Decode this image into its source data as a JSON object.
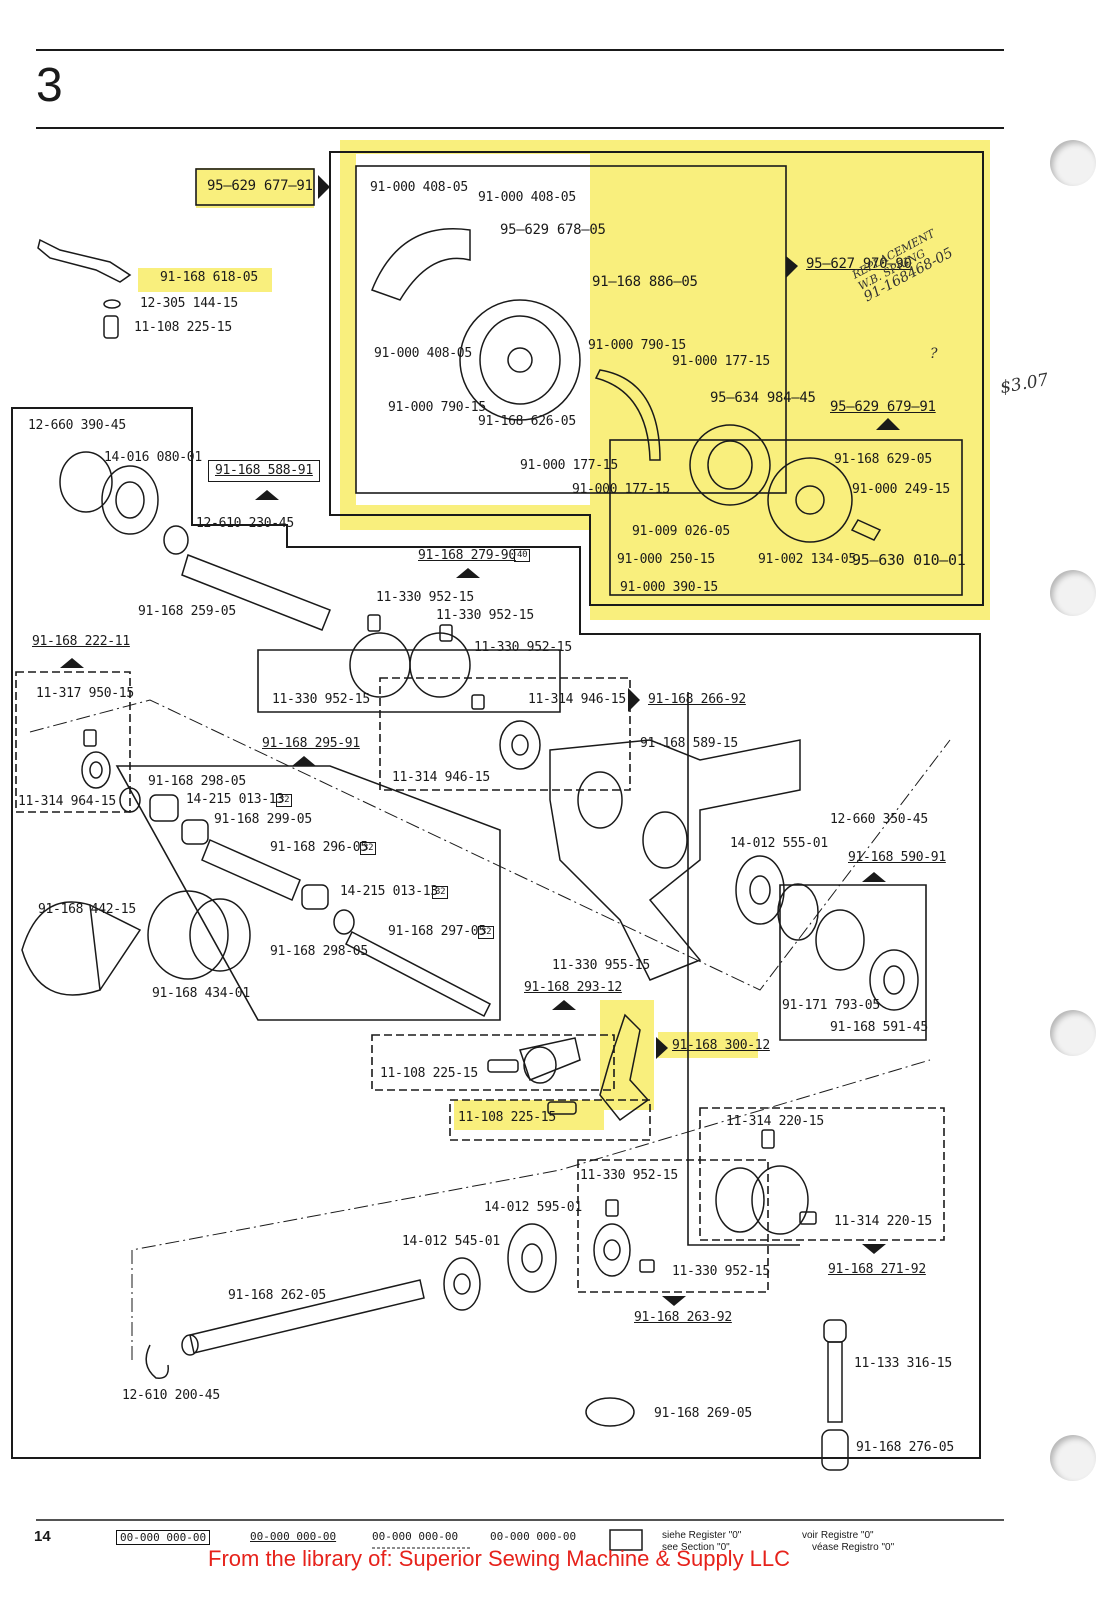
{
  "page": {
    "section_number": "3",
    "page_number": "14",
    "handwritten": {
      "note_line1": "REPLACEMENT",
      "note_line2": "W.B. SPRING",
      "note_line3": "91-168468-05",
      "note_line4": "?",
      "price": "$3.07"
    },
    "watermark": "From the library of: Superior Sewing Machine & Supply LLC"
  },
  "labels": {
    "l01": "95–629 677–91",
    "l02": "91-000 408-05",
    "l03": "91-000 408-05",
    "l04": "95–629 678–05",
    "l05": "91–168 886–05",
    "l06": "95–627 970–90",
    "l07": "91-168 618-05",
    "l08": "12-305 144-15",
    "l09": "11-108 225-15",
    "l10": "91-000 408-05",
    "l11": "91-000 790-15",
    "l12": "91-000 177-15",
    "l13": "91-000 790-15",
    "l14": "91-168 626-05",
    "l15": "95–634 984–45",
    "l16": "95–629 679–91",
    "l17": "12-660 390-45",
    "l18": "14-016 080-01",
    "l19": "91-168 588-91",
    "l20": "91-000 177-15",
    "l21": "91-000 177-15",
    "l22": "91-168 629-05",
    "l23": "91-000 249-15",
    "l24": "12-610 230-45",
    "l25": "91-009 026-05",
    "l26": "91-000 250-15",
    "l27": "91-002 134-05",
    "l28": "95–630 010–01",
    "l29": "91-000 390-15",
    "l30": "91-168 279-90",
    "l31": "40",
    "l32": "11-330 952-15",
    "l33": "11-330 952-15",
    "l34": "91-168 259-05",
    "l35": "11-330 952-15",
    "l36": "91-168 222-11",
    "l37": "11-317 950-15",
    "l38": "11-330 952-15",
    "l39": "11-314 946-15",
    "l40": "91-168 266-92",
    "l41": "91-168 295-91",
    "l42": "91-168 589-15",
    "l43": "11-314 946-15",
    "l44": "11-314 964-15",
    "l45": "91-168 298-05",
    "l46": "14-215 013-13",
    "l47": "32",
    "l48": "91-168 299-05",
    "l49": "12-660 350-45",
    "l50": "91-168 296-05",
    "l51": "32",
    "l52": "14-012 555-01",
    "l53": "91-168 590-91",
    "l54": "14-215 013-13",
    "l55": "32",
    "l56": "91-168 442-15",
    "l57": "91-168 297-05",
    "l58": "32",
    "l59": "91-168 298-05",
    "l60": "11-330 955-15",
    "l61": "91-168 293-12",
    "l62": "91-171 793-05",
    "l63": "91-168 434-01",
    "l64": "91-168 591-45",
    "l65": "91-168 300-12",
    "l66": "11-108 225-15",
    "l67": "11-108 225-15",
    "l68": "11-314 220-15",
    "l69": "11-330 952-15",
    "l70": "14-012 595-01",
    "l71": "14-012 545-01",
    "l72": "11-314 220-15",
    "l73": "91-168 271-92",
    "l74": "11-330 952-15",
    "l75": "91-168 262-05",
    "l76": "91-168 263-92",
    "l77": "11-133 316-15",
    "l78": "12-610 200-45",
    "l79": "91-168 269-05",
    "l80": "91-168 276-05"
  },
  "footer": {
    "box_code": "00-000 000-00",
    "underlined_code": "00-000 000-00",
    "dashed_code": "00-000 000-00",
    "plain_code": "00-000 000-00",
    "register_de": "siehe Register \"0\"",
    "register_en": "see Section \"0\"",
    "register_fr": "voir Registre \"0\"",
    "register_es": "véase Registro \"0\""
  },
  "colors": {
    "highlight": "#f7ea52",
    "ink": "#1a1a1a",
    "watermark": "#e6221b"
  }
}
